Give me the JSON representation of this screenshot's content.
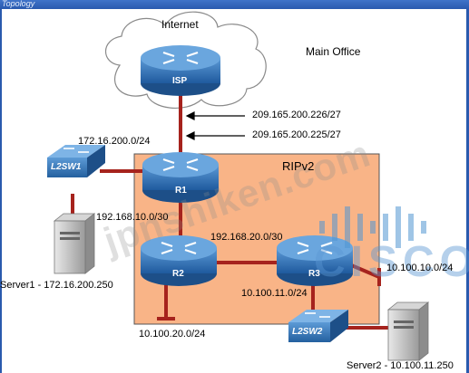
{
  "window": {
    "title": "Topology"
  },
  "labels": {
    "internet": "Internet",
    "main_office": "Main Office",
    "isp": "ISP",
    "ip_isp_side": "209.165.200.226/27",
    "ip_r1_side": "209.165.200.225/27",
    "net_lan1": "172.16.200.0/24",
    "ripv2": "RIPv2",
    "net_r1_r2": "192.168.10.0/30",
    "net_r2_r3": "192.168.20.0/30",
    "net_r3_lan": "10.100.10.0/24",
    "net_r3_lan2": "10.100.11.0/24",
    "net_r2_lan": "10.100.20.0/24",
    "r1": "R1",
    "r2": "R2",
    "r3": "R3",
    "l2sw1": "L2SW1",
    "l2sw2": "L2SW2",
    "server1": "Server1 - 172.16.200.250",
    "server2": "Server2 - 10.100.11.250"
  },
  "watermark": {
    "text": "jpnshiken.com",
    "brand": "CISCO"
  },
  "colors": {
    "link": "#a6231d",
    "rip_area": "#f9b487",
    "router_blue": "#2f6fb4",
    "titlebar": "#2a5aae"
  }
}
